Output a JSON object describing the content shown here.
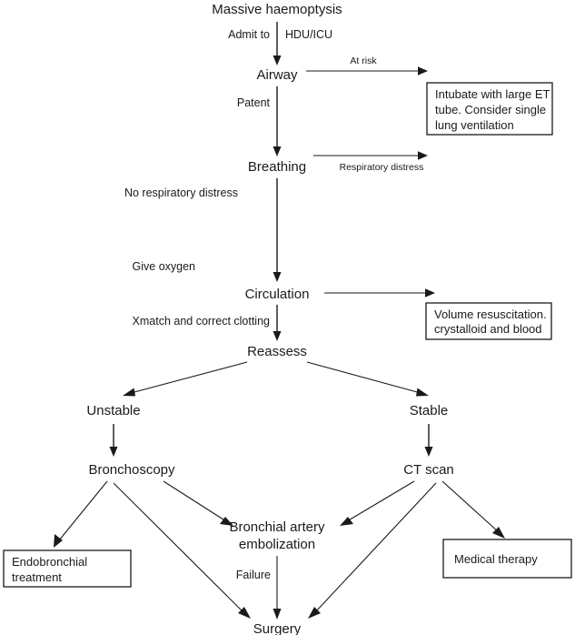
{
  "diagram": {
    "title": "Massive haemoptysis",
    "nodes": {
      "start": "Massive haemoptysis",
      "airway": "Airway",
      "breathing": "Breathing",
      "circulation": "Circulation",
      "reassess": "Reassess",
      "unstable": "Unstable",
      "stable": "Stable",
      "bronchoscopy": "Bronchoscopy",
      "ct_scan": "CT scan",
      "embolization_line1": "Bronchial artery",
      "embolization_line2": "embolization",
      "surgery": "Surgery"
    },
    "boxes": {
      "intubate": {
        "line1": "Intubate with large ET",
        "line2": "tube. Consider single",
        "line3": "lung ventilation"
      },
      "volume": {
        "line1": "Volume resuscitation.",
        "line2": "crystalloid and blood"
      },
      "endobronchial": {
        "line1": "Endobronchial",
        "line2": "treatment"
      },
      "medical": {
        "line1": "Medical  therapy"
      }
    },
    "edge_labels": {
      "admit_to": "Admit to",
      "hdu_icu": "HDU/ICU",
      "at_risk": "At risk",
      "patent": "Patent",
      "respiratory_distress": "Respiratory distress",
      "no_respiratory_distress": "No respiratory distress",
      "give_oxygen": "Give  oxygen",
      "xmatch": "Xmatch and correct clotting",
      "failure": "Failure"
    },
    "colors": {
      "line": "#1a1a1a",
      "text": "#1a1a1a",
      "background": "#ffffff",
      "box_fill": "#ffffff"
    }
  }
}
